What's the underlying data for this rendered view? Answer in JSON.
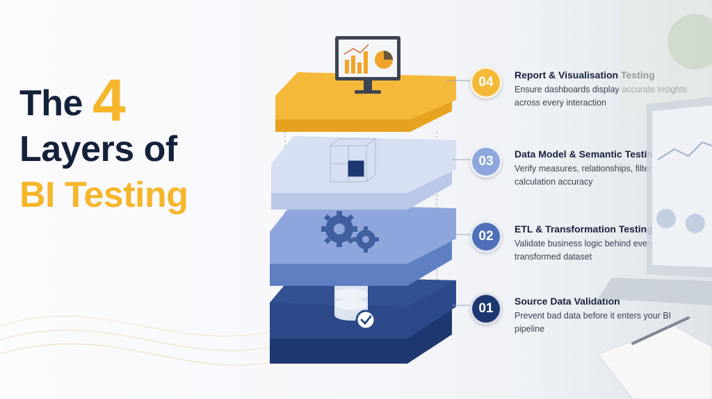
{
  "title": {
    "the": "The",
    "number": "4",
    "line2": "Layers of",
    "line3": "BI Testing"
  },
  "colors": {
    "navy_text": "#14213a",
    "accent_yellow": "#f6b62c",
    "layer4": "#f5b93a",
    "layer3": "#d6e0f2",
    "layer2": "#8ea6dc",
    "layer1": "#2c4a8a"
  },
  "layers": [
    {
      "number": "04",
      "title": "Report & Visualisation Testing",
      "description": "Ensure dashboards display accurate insights across every interaction",
      "icon": "monitor-chart-icon"
    },
    {
      "number": "03",
      "title": "Data Model & Semantic Testing",
      "description": "Verify measures, relationships, filters, and calculation accuracy",
      "icon": "cube-model-icon"
    },
    {
      "number": "02",
      "title": "ETL & Transformation Testing",
      "description": "Validate business logic behind every transformed dataset",
      "icon": "gears-icon"
    },
    {
      "number": "01",
      "title": "Source Data Validation",
      "description": "Prevent bad data before it enters your BI pipeline",
      "icon": "database-check-icon"
    }
  ]
}
